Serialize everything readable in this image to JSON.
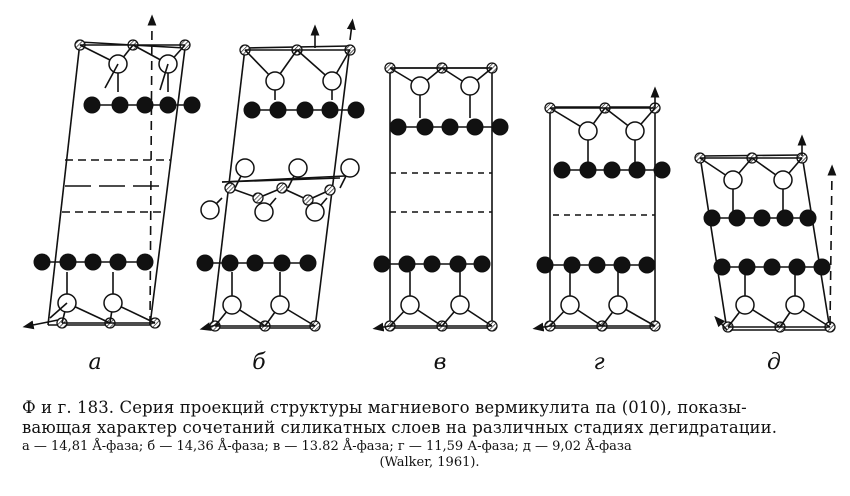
{
  "panels": [
    {
      "label": "а"
    },
    {
      "label": "б"
    },
    {
      "label": "в"
    },
    {
      "label": "г"
    },
    {
      "label": "д"
    }
  ],
  "caption": {
    "line1": "Ф и г. 183. Серия проекций структуры магниевого вермикулита па (010), показы-",
    "line2": "вающая характер сочетаний силикатных слоев на различных стадиях дегидратации.",
    "line3": "а — 14,81 Å-фаза; б — 14,36 Å-фаза; в — 13.82 Å-фаза; г — 11,59 А-фаза; д — 9,02 Å-фаза",
    "line4": "(Walker, 1961)."
  },
  "legend_icons": [
    "hatched-circle-icon",
    "open-circle-icon",
    "filled-circle-icon",
    "arrow-icon"
  ]
}
